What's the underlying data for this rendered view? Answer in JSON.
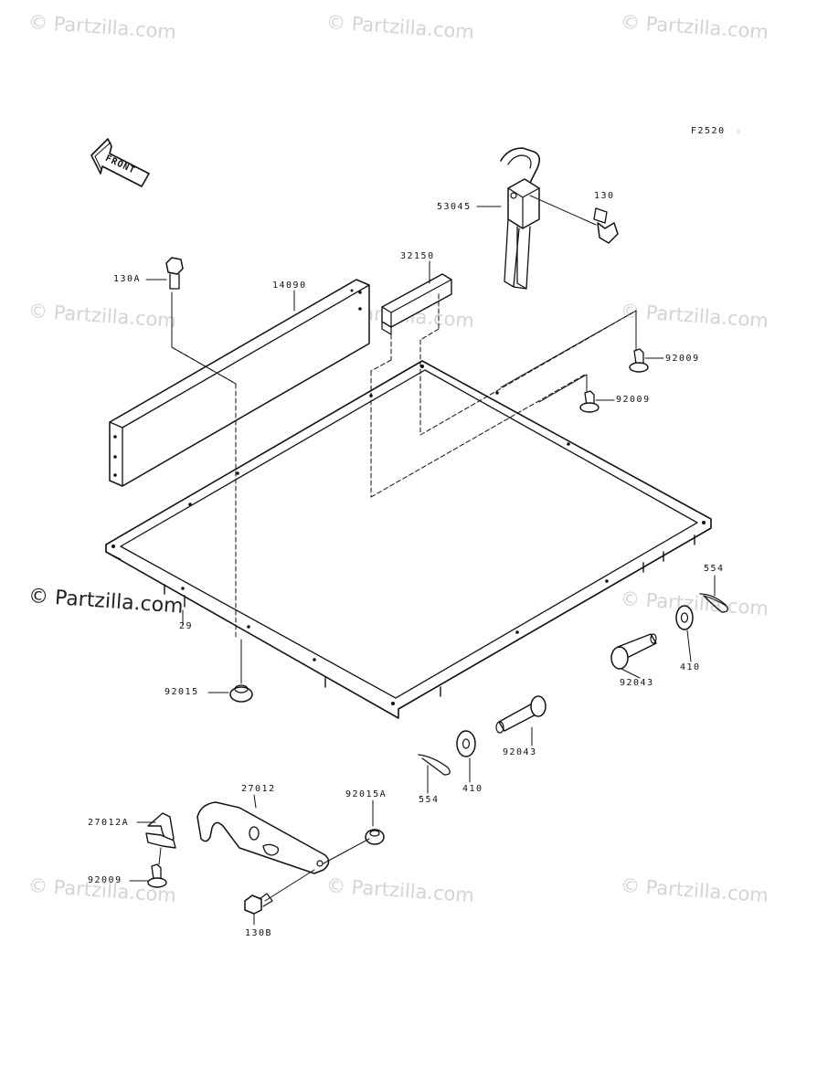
{
  "figure_code": "F2520",
  "front_label": "FRONT",
  "watermark": "© Partzilla.com",
  "parts": {
    "p53045": "53045",
    "p130": "130",
    "p32150": "32150",
    "p130A": "130A",
    "p14090": "14090",
    "p92009_a": "92009",
    "p92009_b": "92009",
    "p554_a": "554",
    "p410_a": "410",
    "p92043_a": "92043",
    "p92015": "92015",
    "p92043_b": "92043",
    "p410_b": "410",
    "p554_b": "554",
    "p27012": "27012",
    "p92015A": "92015A",
    "p27012A": "27012A",
    "p92009_c": "92009",
    "p130B": "130B",
    "p_frame": "29"
  }
}
